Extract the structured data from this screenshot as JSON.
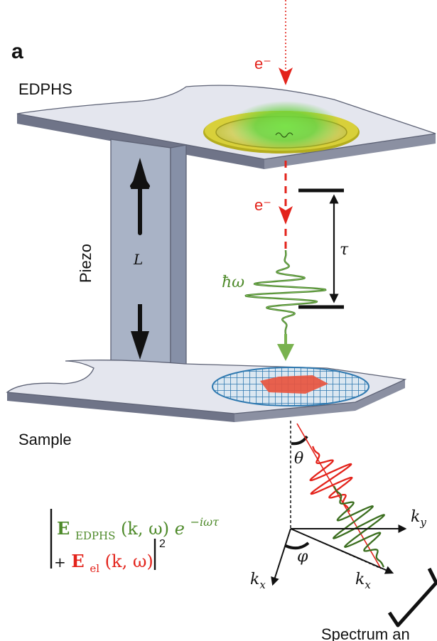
{
  "panel_letter": "a",
  "labels": {
    "edphs": "EDPHS",
    "electron_top": "e⁻",
    "electron_mid": "e⁻",
    "piezo": "Piezo",
    "length": "L",
    "tau": "τ",
    "hbar_omega": "ħω",
    "sample": "Sample",
    "theta": "θ",
    "phi": "φ",
    "ky": "k",
    "ky_sub": "y",
    "kx_left": "k",
    "kx_left_sub": "x",
    "kx_right": "k",
    "kx_right_sub": "x",
    "spectrum": "Spectrum an"
  },
  "formula": {
    "line1_E": "E",
    "line1_sub": "EDPHS",
    "line1_args": "(k, ω)",
    "line1_exp_base": "e",
    "line1_exp_power": "−iωτ",
    "line2_plus": "+",
    "line2_E": "E",
    "line2_sub": "el",
    "line2_args": "(k, ω)",
    "line2_power": "2"
  },
  "colors": {
    "electron_red": "#e3231b",
    "photon_green": "#4e8a2a",
    "plate_fill": "#e4e6ee",
    "plate_edge": "#5d6275",
    "piezo_fill": "#a9b3c6",
    "ring_yellow": "#d8d03a",
    "grid_blue": "#2f79b0",
    "sample_red": "#e8553f"
  }
}
